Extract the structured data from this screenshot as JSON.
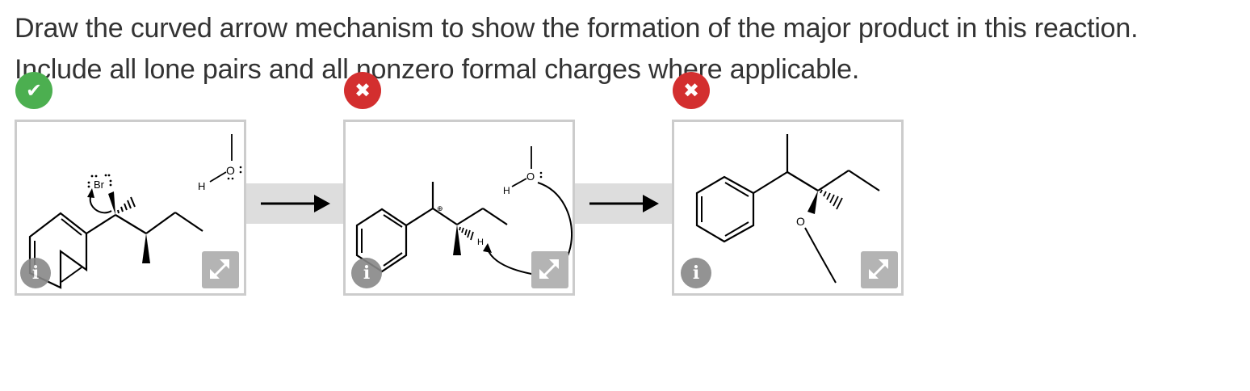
{
  "question": {
    "line1": "Draw the curved arrow mechanism to show the formation of the major product in this reaction.",
    "line2": "Include all lone pairs and all nonzero formal charges where applicable."
  },
  "colors": {
    "correct": "#4caf50",
    "incorrect": "#d32f2f",
    "panel_border": "#cccccc",
    "connector": "#dddddd",
    "icon_gray": "#888888"
  },
  "steps": [
    {
      "status": "correct",
      "status_icon": "check-icon",
      "atoms": {
        "leaving_group": "Br",
        "nucleophile_o": "O",
        "nucleophile_h": "H"
      }
    },
    {
      "status": "incorrect",
      "status_icon": "x-icon",
      "atoms": {
        "nucleophile_o": "O",
        "nucleophile_h": "H",
        "migrating_h": "H",
        "charge": "⊕"
      }
    },
    {
      "status": "incorrect",
      "status_icon": "x-icon",
      "atoms": {
        "ether_o": "O"
      }
    }
  ],
  "icons": {
    "info": "i",
    "info_icon_name": "info-icon",
    "expand_icon_name": "expand-icon",
    "arrow_icon_name": "reaction-arrow-icon"
  },
  "symbols": {
    "check": "✔",
    "cross": "✖"
  }
}
